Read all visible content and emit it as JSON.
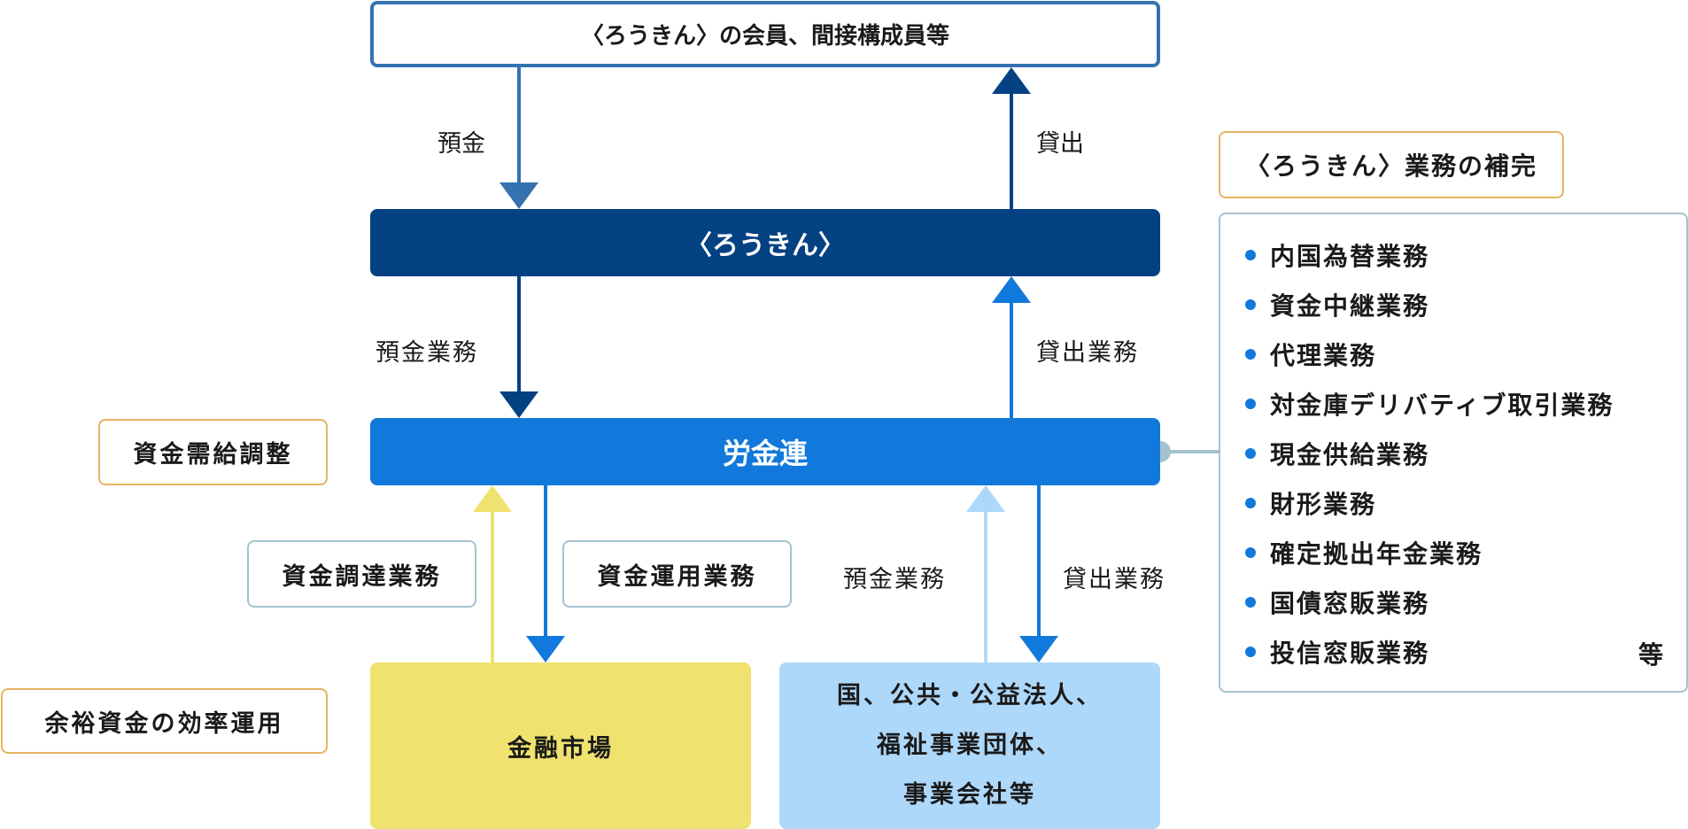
{
  "nodes": {
    "members": "〈ろうきん〉の会員、間接構成員等",
    "rokin": "〈ろうきん〉",
    "rokinren": "労金連",
    "market": "金融市場",
    "clients_line1": "国、公共・公益法人、",
    "clients_line2": "福祉事業団体、",
    "clients_line3": "事業会社等"
  },
  "flow_labels": {
    "deposit": "預金",
    "loan": "貸出",
    "deposit_business_upper": "預金業務",
    "loan_business_upper": "貸出業務",
    "deposit_business_lower": "預金業務",
    "loan_business_lower": "貸出業務"
  },
  "side_labels": {
    "supply_demand": "資金需給調整",
    "efficient_use": "余裕資金の効率運用",
    "fund_raising": "資金調達業務",
    "fund_management": "資金運用業務"
  },
  "supplement": {
    "title": "〈ろうきん〉業務の補完",
    "items": [
      "内国為替業務",
      "資金中継業務",
      "代理業務",
      "対金庫デリバティブ取引業務",
      "現金供給業務",
      "財形業務",
      "確定拠出年金業務",
      "国債窓販業務",
      "投信窓販業務"
    ],
    "suffix": "等"
  },
  "colors": {
    "navy": "#034182",
    "steel_blue": "#3572b0",
    "blue": "#1179db",
    "light_blue": "#aed8fa",
    "yellow": "#efe26e",
    "orange_border": "#e6b35e",
    "grey_border": "#a6c1cf"
  }
}
